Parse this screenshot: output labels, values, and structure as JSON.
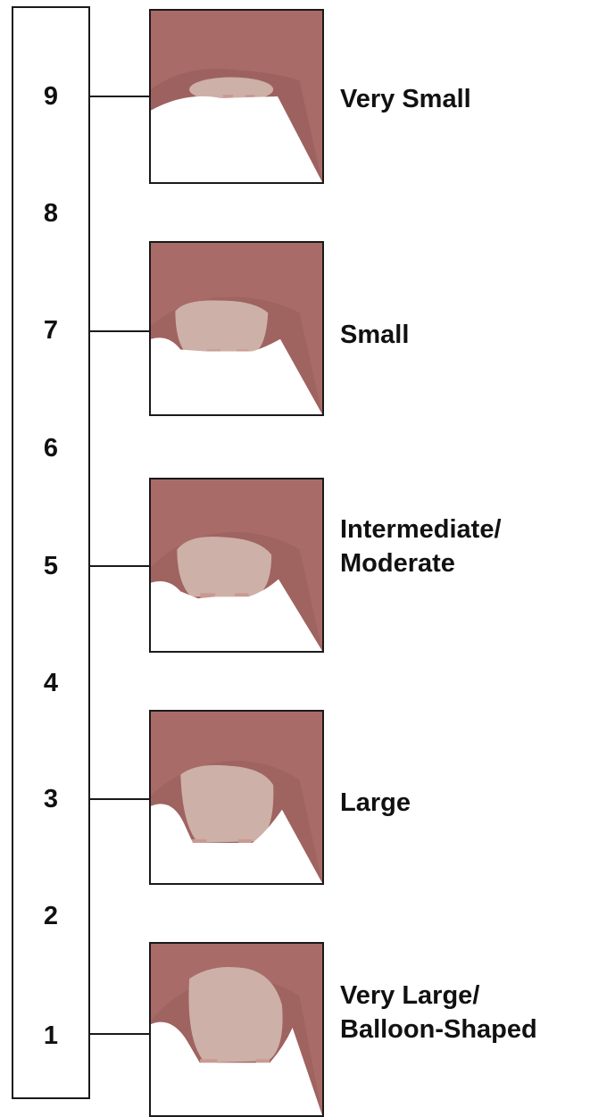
{
  "scale": {
    "scores": [
      "9",
      "8",
      "7",
      "6",
      "5",
      "4",
      "3",
      "2",
      "1"
    ]
  },
  "categories": [
    {
      "score": "9",
      "lines": [
        "Very Small"
      ],
      "udder_size": "very-small"
    },
    {
      "score": "7",
      "lines": [
        "Small"
      ],
      "udder_size": "small"
    },
    {
      "score": "5",
      "lines": [
        "Intermediate/",
        "Moderate"
      ],
      "udder_size": "moderate"
    },
    {
      "score": "3",
      "lines": [
        "Large"
      ],
      "udder_size": "large"
    },
    {
      "score": "1",
      "lines": [
        "Very Large/",
        "Balloon-Shaped"
      ],
      "udder_size": "very-large"
    }
  ],
  "colors": {
    "skin": "#a86b67",
    "skin_dark": "#8a5350",
    "udder": "#cdb0a8",
    "teat": "#c99a92",
    "outline": "#1a1a1a"
  }
}
